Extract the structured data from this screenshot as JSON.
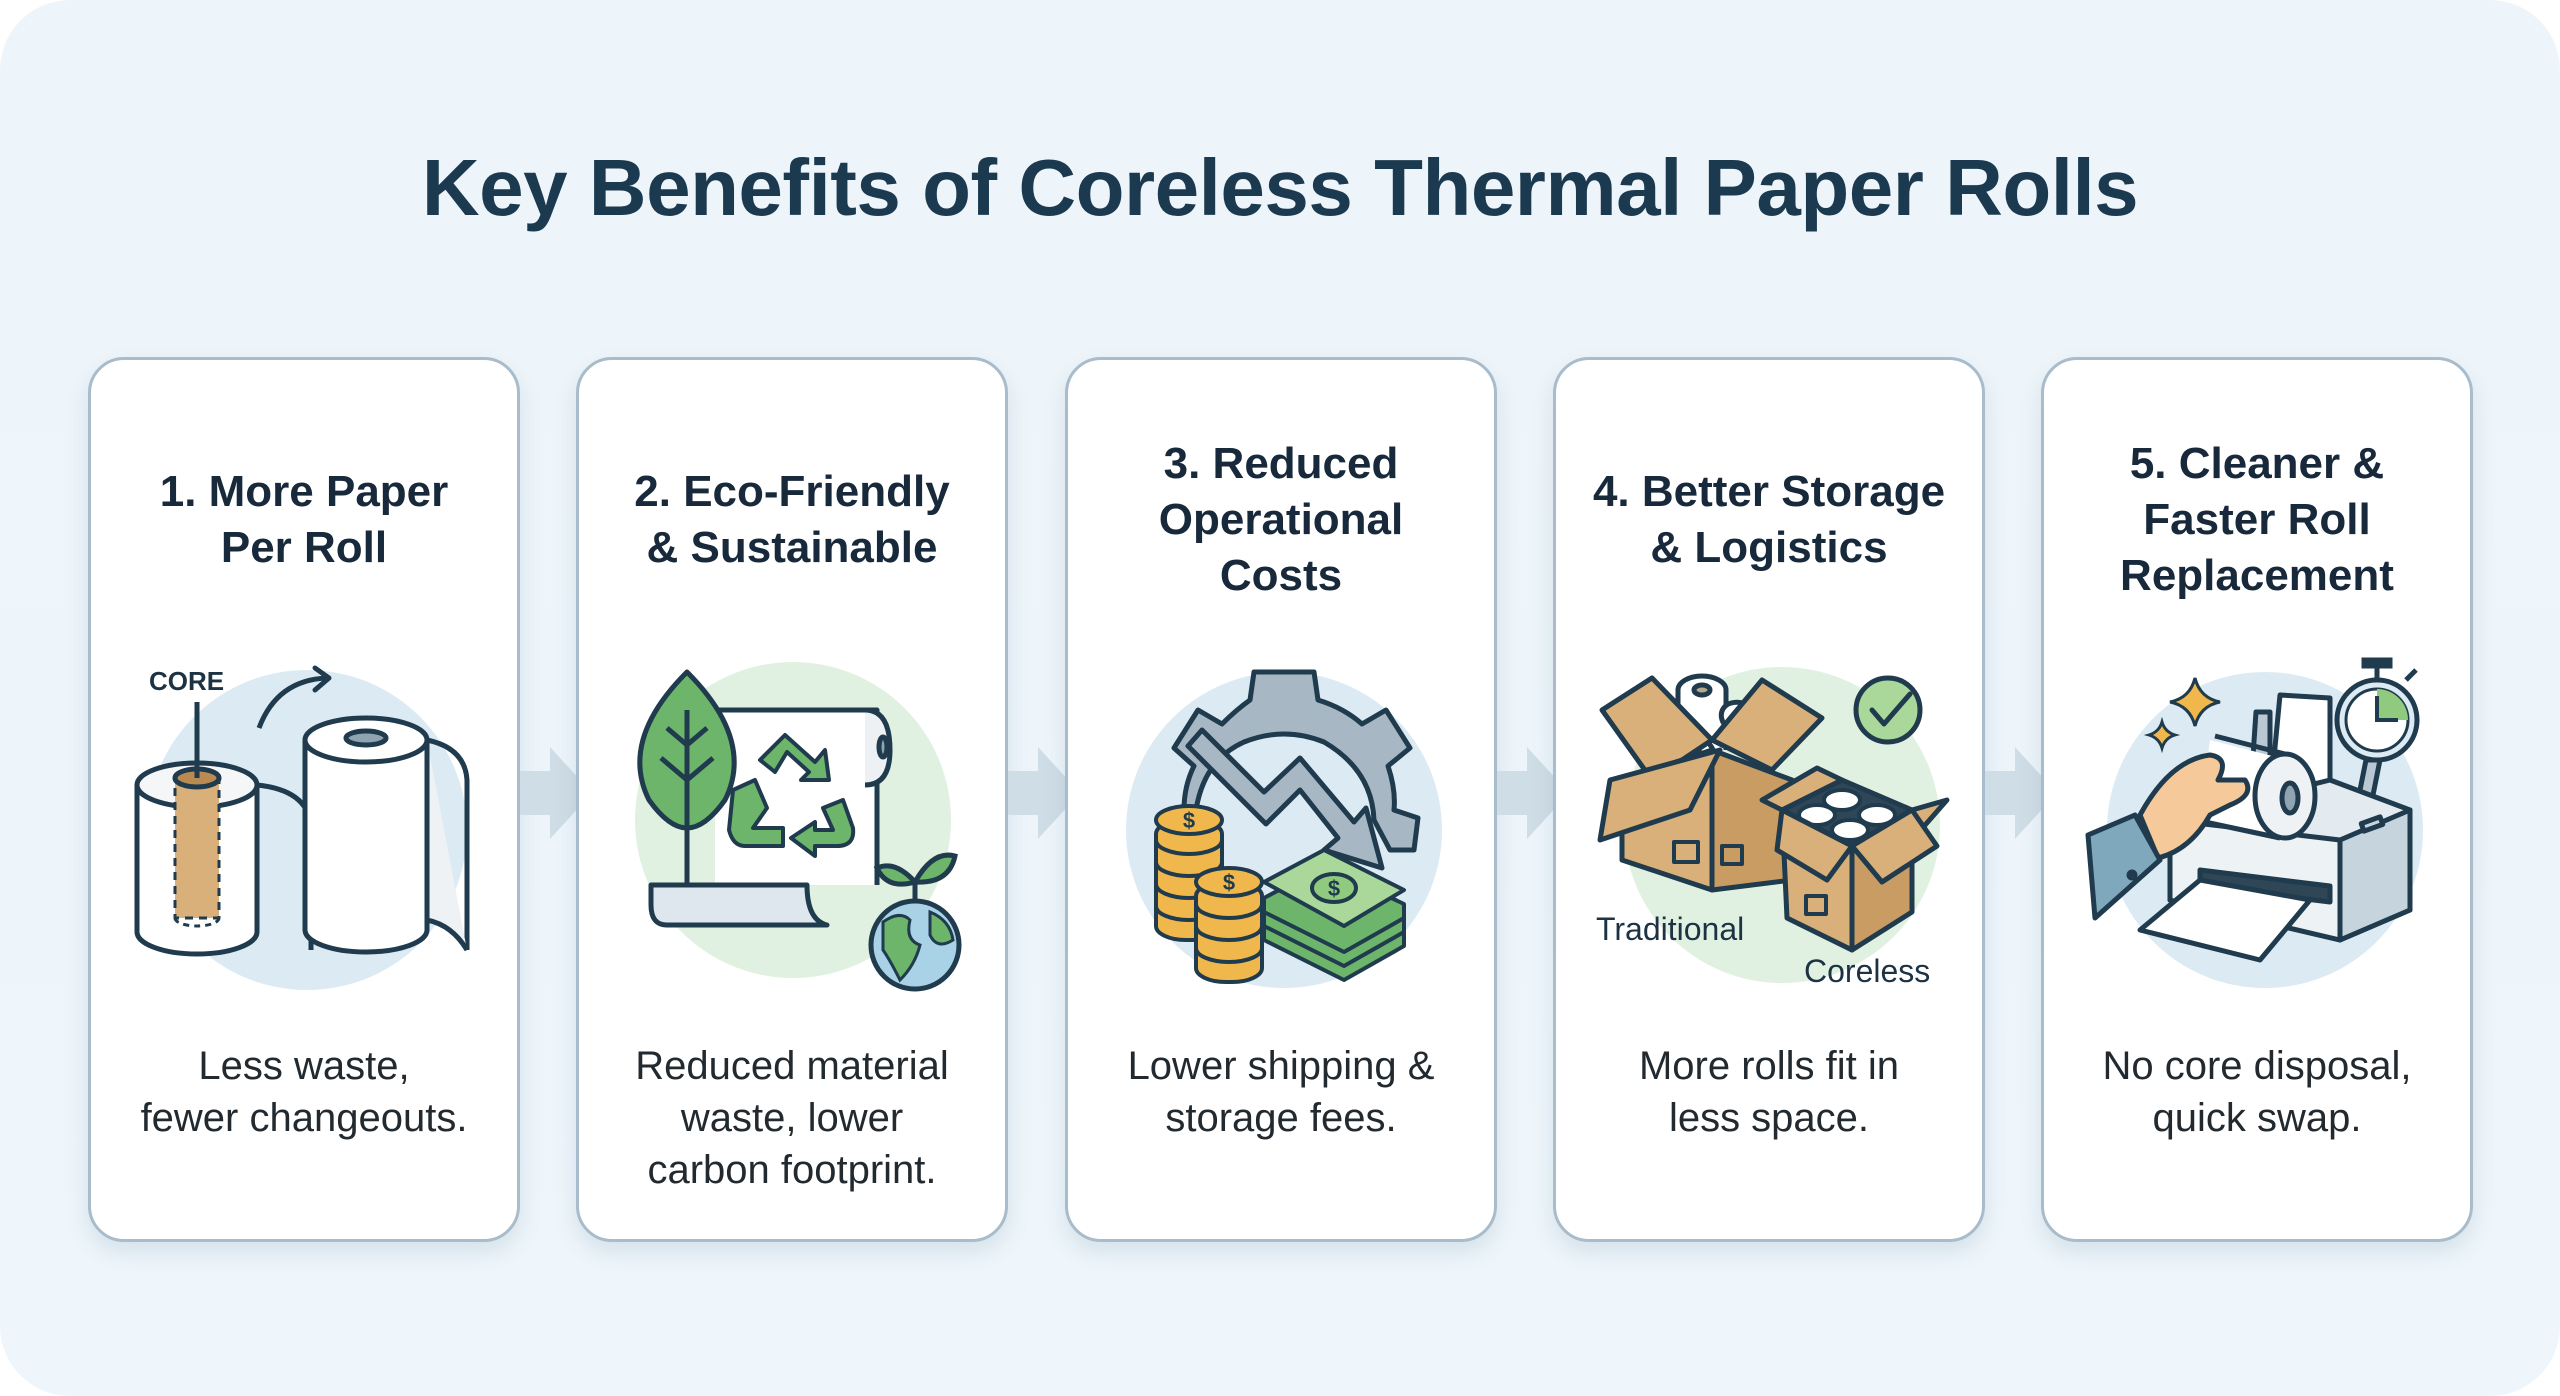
{
  "title": "Key Benefits of Coreless Thermal Paper Rolls",
  "colors": {
    "background": "#edf5fb",
    "title": "#1c3a4f",
    "card_border": "#a9bccb",
    "arrow": "#cfdde6",
    "outline": "#1f3b4d",
    "green": "#6cb56a",
    "kraft": "#d9b07a",
    "coin": "#f0b84c",
    "blue_circle": "#dcebf3",
    "green_circle": "#e1f1e1"
  },
  "cards": [
    {
      "number": 1,
      "title": "1. More Paper\nPer Roll",
      "description": "Less waste,\nfewer changeouts.",
      "icon": "paper-roll-core-comparison",
      "illustration_labels": {
        "core": "CORE"
      }
    },
    {
      "number": 2,
      "title": "2. Eco-Friendly\n& Sustainable",
      "description": "Reduced material\nwaste, lower\ncarbon footprint.",
      "icon": "leaf-recycle-globe"
    },
    {
      "number": 3,
      "title": "3. Reduced\nOperational\nCosts",
      "description": "Lower shipping &\nstorage fees.",
      "icon": "gear-down-arrow-money"
    },
    {
      "number": 4,
      "title": "4. Better Storage\n& Logistics",
      "description": "More rolls fit in\nless space.",
      "icon": "boxes-comparison-check",
      "illustration_labels": {
        "traditional": "Traditional",
        "coreless": "Coreless"
      }
    },
    {
      "number": 5,
      "title": "5. Cleaner &\nFaster Roll\nReplacement",
      "description": "No core disposal,\nquick swap.",
      "icon": "hand-printer-stopwatch"
    }
  ],
  "flow_arrows": 4
}
